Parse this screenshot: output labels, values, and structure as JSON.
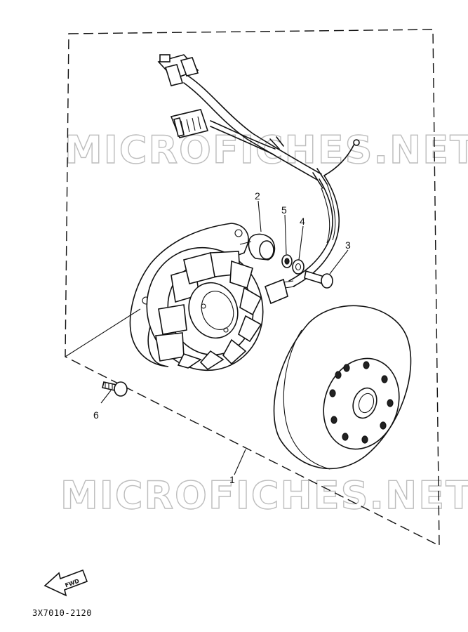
{
  "watermark": "MICROFICHES.NET",
  "diagram_code": "3X7010-2120",
  "forward_arrow_label": "FWD",
  "callouts": {
    "1": "1",
    "2": "2",
    "3": "3",
    "4": "4",
    "5": "5",
    "6": "6"
  },
  "parts": [
    "stator-assembly",
    "pickup-coil",
    "bolt",
    "washer",
    "nut",
    "screw",
    "rotor-flywheel"
  ]
}
